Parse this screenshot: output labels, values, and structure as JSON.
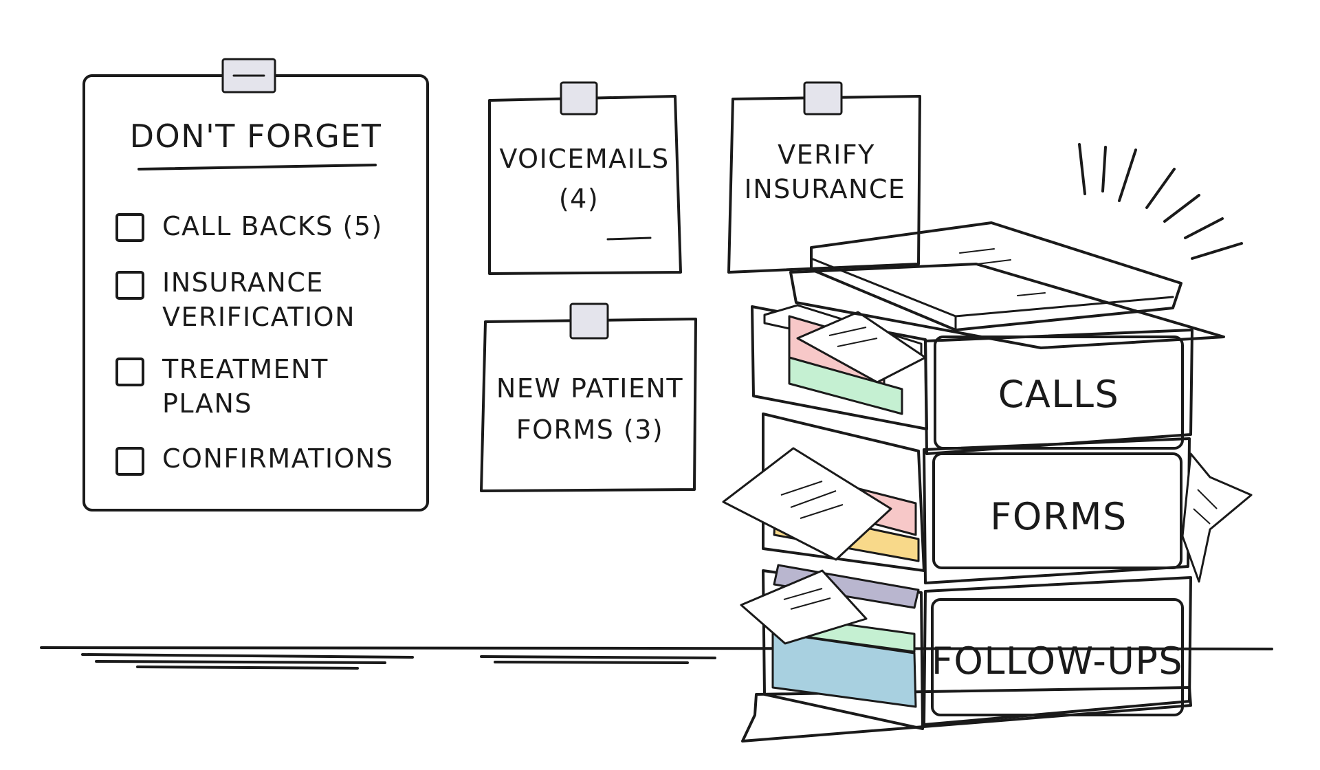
{
  "checklist": {
    "title": "DON'T FORGET",
    "items": [
      {
        "lines": [
          "CALL BACKS (5)"
        ],
        "checked": false
      },
      {
        "lines": [
          "INSURANCE",
          "VERIFICATION"
        ],
        "checked": false
      },
      {
        "lines": [
          "TREATMENT",
          "PLANS"
        ],
        "checked": false
      },
      {
        "lines": [
          "CONFIRMATIONS"
        ],
        "checked": false
      }
    ]
  },
  "notes": {
    "voicemails": {
      "line1": "VOICEMAILS",
      "line2": "(4)",
      "color": "#c5f0d2"
    },
    "verify_insurance": {
      "line1": "VERIFY",
      "line2": "INSURANCE",
      "color": "#f7c8c8"
    },
    "new_patient_forms": {
      "line1": "NEW PATIENT",
      "line2": "FORMS (3)",
      "color": "#dcedf3"
    }
  },
  "trays": {
    "calls": {
      "label": "CALLS",
      "color": "#c5f0d2"
    },
    "forms": {
      "label": "FORMS",
      "color": "#dcedf3"
    },
    "followups": {
      "label": "FOLLOW-UPS",
      "color": "#f7c8c8"
    }
  },
  "colors": {
    "checklist_bg": "#fdf6ea",
    "tape": "#e4e4ec",
    "folder_purple": "#b9b6cf",
    "folder_yellow": "#f8d98a",
    "ink": "#1a1a1a"
  }
}
